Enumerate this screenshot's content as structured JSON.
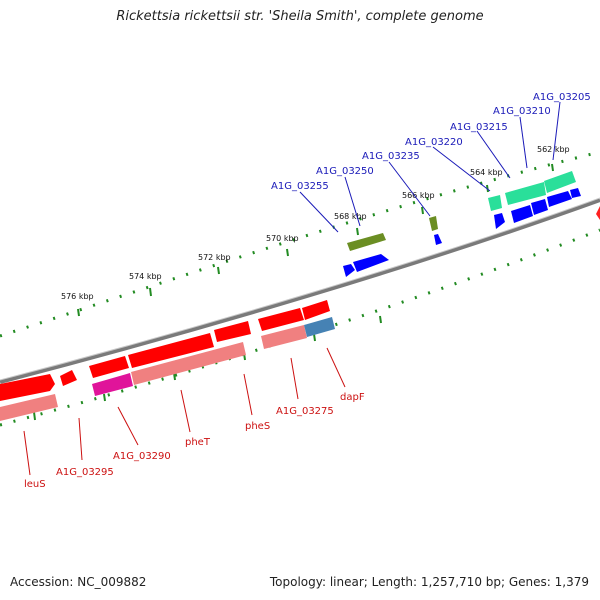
{
  "title": "Rickettsia rickettsii str. 'Sheila Smith', complete genome",
  "footer": {
    "accession": "Accession: NC_009882",
    "topology": "Topology: linear; Length: 1,257,710 bp; Genes: 1,379"
  },
  "ticks": [
    "576 kbp",
    "574 kbp",
    "572 kbp",
    "570 kbp",
    "568 kbp",
    "566 kbp",
    "564 kbp",
    "562 kbp"
  ],
  "genes_top": [
    "A1G_03255",
    "A1G_03250",
    "A1G_03235",
    "A1G_03220",
    "A1G_03215",
    "A1G_03210",
    "A1G_03205"
  ],
  "genes_bottom": [
    "leuS",
    "A1G_03295",
    "A1G_03290",
    "pheT",
    "pheS",
    "A1G_03275",
    "dapF"
  ],
  "colors": {
    "forward_cds": "#0000ff",
    "reverse_cds": "#ff0000",
    "reverse_pale": "#f08080",
    "olive": "#6b8e23",
    "teal": "#2adf9a",
    "magenta": "#e0149a",
    "steelblue": "#4682b4",
    "backbone": "#808080",
    "tick_dots": "#228b22"
  }
}
